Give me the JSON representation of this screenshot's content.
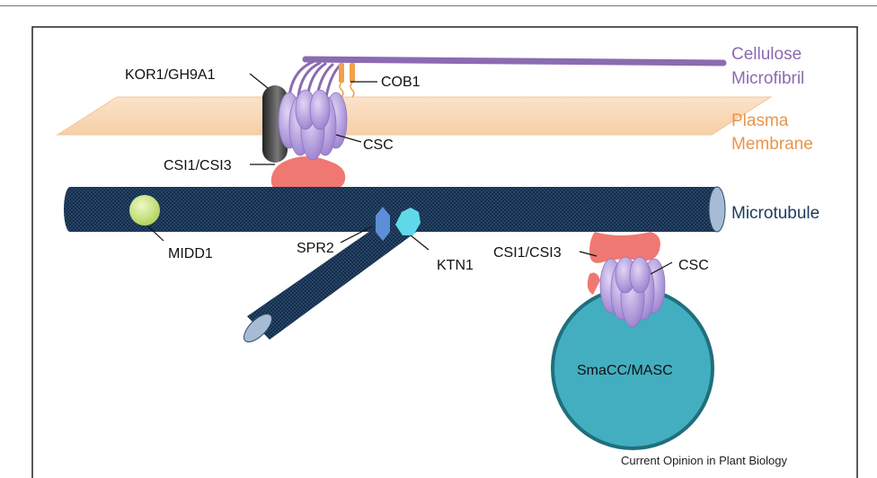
{
  "labels": {
    "cellulose": [
      "Cellulose",
      "Microfibril"
    ],
    "membrane": [
      "Plasma",
      "Membrane"
    ],
    "microtubule": "Microtubule",
    "kor1": "KOR1/GH9A1",
    "cob1": "COB1",
    "csc_top": "CSC",
    "csi_top": "CSI1/CSI3",
    "midd1": "MIDD1",
    "spr2": "SPR2",
    "ktn1": "KTN1",
    "csi_bottom": "CSI1/CSI3",
    "csc_bottom": "CSC",
    "smacc": "SmaCC/MASC"
  },
  "credit": "Current Opinion in Plant Biology",
  "colors": {
    "cellulose": "#8b6bb1",
    "membrane": "#e8954a",
    "microtubule": "#1d3a5c",
    "csc": "#b49ddb",
    "csi": "#f07872",
    "smacc": "#43aebf",
    "midd1": "#c9e27a",
    "spr2": "#5d8ed8",
    "ktn1": "#5fd9e8"
  }
}
